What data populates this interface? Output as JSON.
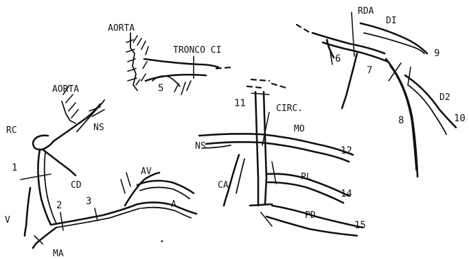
{
  "labels": {
    "aorta_top": "AORTA",
    "tronco_ci": "TRONCO CI",
    "seg5": "5",
    "rda": "RDA",
    "di": "DI",
    "seg9": "9",
    "seg6": "6",
    "seg7": "7",
    "d2": "D2",
    "seg8": "8",
    "seg10": "10",
    "aorta_left": "AORTA",
    "rc": "RC",
    "ns_left": "NS",
    "seg1": "1",
    "cd": "CD",
    "av": "AV",
    "v": "V",
    "seg2": "2",
    "seg3": "3",
    "a": "A",
    "ma": "MA",
    "seg11": "11",
    "circ": "CIRC.",
    "mo": "MO",
    "ns_mid": "NS",
    "seg12": "12",
    "ca": "CA",
    "pl": "PL",
    "seg14": "14",
    "pd": "PD",
    "seg15": "15"
  }
}
